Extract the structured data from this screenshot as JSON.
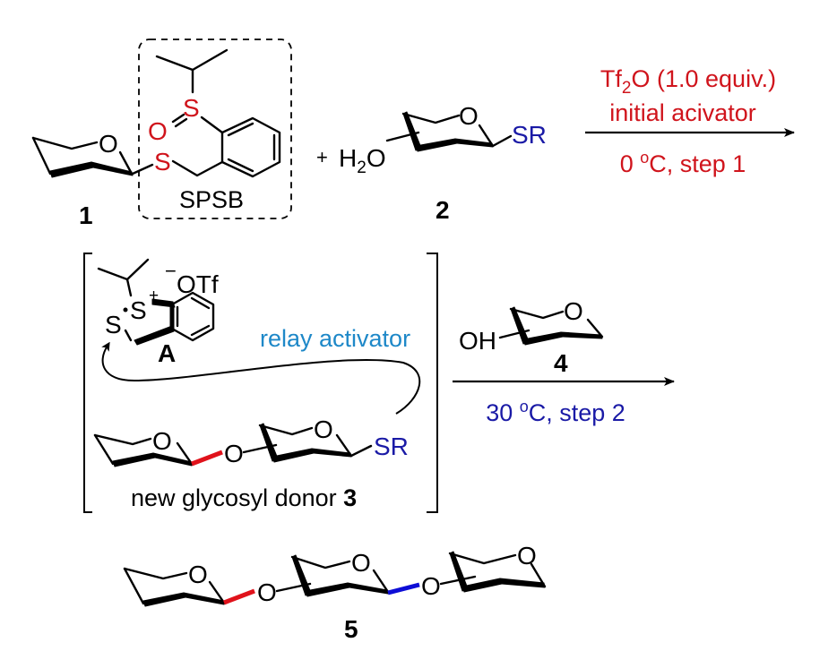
{
  "colors": {
    "step1_conditions": "#d0141c",
    "sulfoxide_atoms": "#d0141c",
    "sr_group": "#1a1aa6",
    "relay_activator": "#1e88c8",
    "step2_conditions": "#1a1aa6",
    "new_bond_step1": "#e0121b",
    "new_bond_step2": "#0d0dd6"
  },
  "compound_1": {
    "number": "1",
    "ring_oxygen": "O",
    "thio_sulfur": "S",
    "sulfoxide_sulfur": "S",
    "sulfoxide_oxygen": "O",
    "protecting_group_label": "SPSB"
  },
  "plus_sign": "+",
  "compound_2": {
    "number": "2",
    "hydroxyl_label_h": "H",
    "hydroxyl_label_sub": "2",
    "hydroxyl_label_o": "O",
    "ring_oxygen": "O",
    "leaving_group": "SR"
  },
  "step1": {
    "reagent_main": "Tf",
    "reagent_sub": "2",
    "reagent_rest": "O (1.0 equiv.)",
    "role": "initial acivator",
    "temperature_value": "0 ",
    "temperature_degree": "o",
    "temperature_unit_step": "C, step 1"
  },
  "intermediate_A": {
    "label": "A",
    "counterion_charge": "−",
    "counterion": "OTf",
    "sulfonium": "S",
    "sulfonium_charge": "+",
    "sulfur": "S",
    "role_label": "relay activator"
  },
  "compound_3": {
    "label_text": "new glycosyl donor ",
    "number": "3",
    "ring_oxygen_1": "O",
    "linking_oxygen": "O",
    "ring_oxygen_2": "O",
    "leaving_group": "SR"
  },
  "compound_4": {
    "number": "4",
    "hydroxyl": "OH",
    "ring_oxygen": "O"
  },
  "step2": {
    "temperature_value": "30 ",
    "temperature_degree": "o",
    "temperature_unit_step": "C, step 2"
  },
  "compound_5": {
    "number": "5",
    "ring_oxygen_1": "O",
    "linking_oxygen_1": "O",
    "ring_oxygen_2": "O",
    "linking_oxygen_2": "O",
    "ring_oxygen_3": "O"
  }
}
